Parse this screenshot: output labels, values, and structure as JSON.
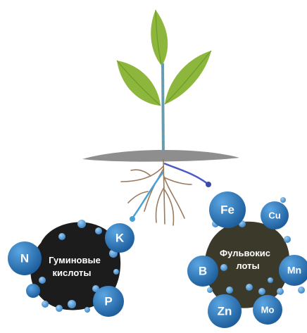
{
  "humic": {
    "label_line1": "Гуминовые",
    "label_line2": "кислоты",
    "nutrients": [
      "N",
      "K",
      "P"
    ]
  },
  "fulvic": {
    "label_line1": "Фульвокис",
    "label_line2": "лоты",
    "nutrients": [
      "Fe",
      "Cu",
      "B",
      "Mn",
      "Zn",
      "Mo"
    ]
  },
  "colors": {
    "leaf": "#8cb63c",
    "leaf_dark": "#6e9a2a",
    "stem_blue": "#4a9fd4",
    "root_brown": "#9b7a5e",
    "soil": "#8e8e8e",
    "humic_core": "#1c1c1c",
    "fulvic_core": "#3b3a2a",
    "nutrient_ball": "#2e78bd",
    "nutrient_ball_light": "#4f97d6"
  }
}
